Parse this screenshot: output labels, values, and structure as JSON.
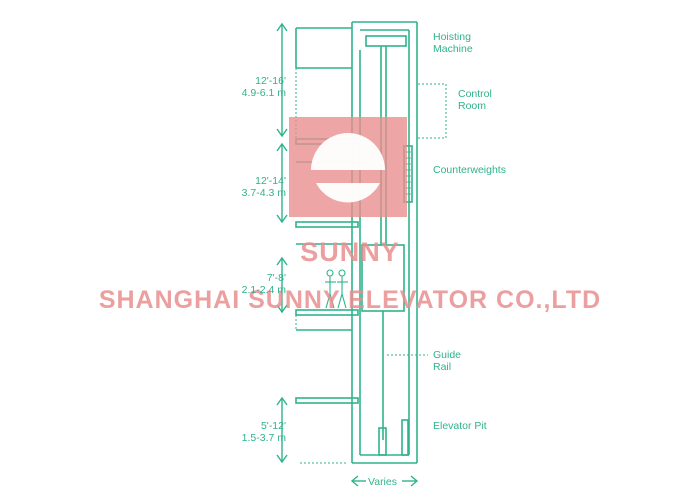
{
  "colors": {
    "line": "#2fb38c",
    "watermark": "#e88f8f",
    "background": "#ffffff"
  },
  "labels": {
    "hoisting_machine": [
      "Hoisting",
      "Machine"
    ],
    "control_room": [
      "Control",
      "Room"
    ],
    "counterweights": "Counterweights",
    "guide_rail": [
      "Guide",
      "Rail"
    ],
    "elevator_pit": "Elevator Pit",
    "varies": "Varies"
  },
  "dimensions": [
    {
      "imperial": "12'-16'",
      "metric": "4.9-6.1 m"
    },
    {
      "imperial": "12'-14'",
      "metric": "3.7-4.3 m"
    },
    {
      "imperial": "7'-8'",
      "metric": "2.1-2.4 m"
    },
    {
      "imperial": "5'-12'",
      "metric": "1.5-3.7 m"
    }
  ],
  "watermark": {
    "brand": "SUNNY",
    "company": "SHANGHAI SUNNY ELEVATOR CO.,LTD"
  },
  "icons": [
    "dimension-arrow-icon",
    "passenger-figures-icon",
    "sunny-logo-watermark"
  ]
}
